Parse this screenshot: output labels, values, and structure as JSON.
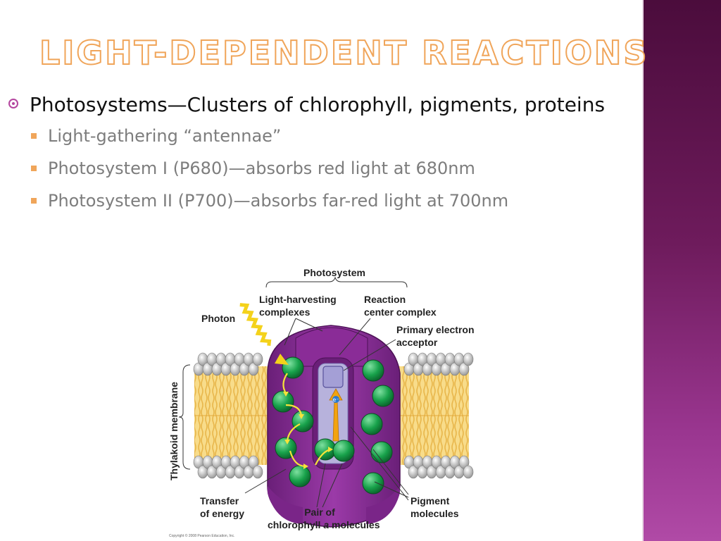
{
  "slide": {
    "title": "LIGHT-DEPENDENT REACTIONS",
    "bullet_main": "Photosystems—Clusters of chlorophyll, pigments, proteins",
    "sub_bullets": [
      "Light-gathering “antennae”",
      "Photosystem I (P680)—absorbs red light at 680nm",
      "Photosystem II (P700)—absorbs far-red light at 700nm"
    ],
    "accent_color": "#f0a55a",
    "sidebar_color": "#6e1b5c"
  },
  "diagram": {
    "labels": {
      "photosystem": "Photosystem",
      "light_harvesting_1": "Light-harvesting",
      "light_harvesting_2": "complexes",
      "reaction_center_1": "Reaction",
      "reaction_center_2": "center complex",
      "photon": "Photon",
      "primary_acceptor_1": "Primary electron",
      "primary_acceptor_2": "acceptor",
      "thylakoid_membrane": "Thylakoid membrane",
      "transfer_1": "Transfer",
      "transfer_2": "of energy",
      "pair_1": "Pair of",
      "pair_2a": "chlorophyll ",
      "pair_2b": "a",
      "pair_2c": " molecules",
      "pigment_1": "Pigment",
      "pigment_2": "molecules",
      "electron": "e⁻",
      "copyright": "Copyright © 2008 Pearson Education, Inc."
    },
    "icons": [
      "photon-wave-icon",
      "electron-arrow-icon",
      "chlorophyll-molecule-icon"
    ]
  }
}
